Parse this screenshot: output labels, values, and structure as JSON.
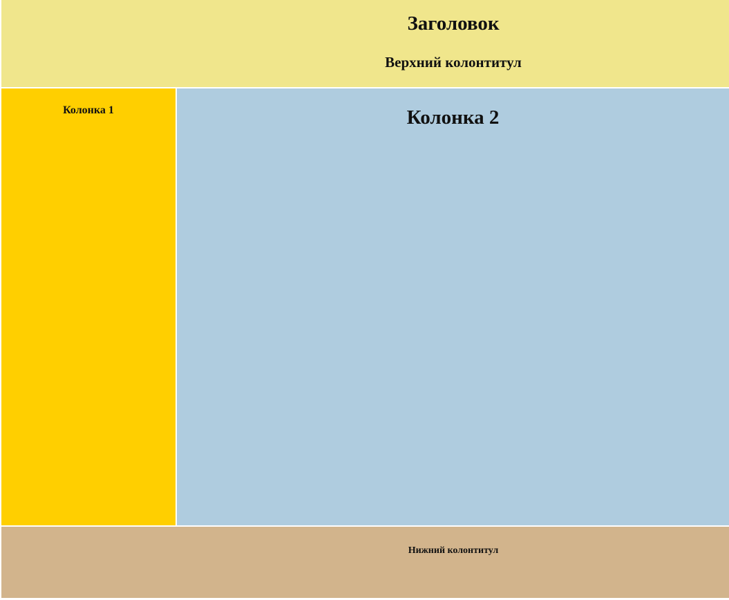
{
  "header": {
    "title": "Заголовок",
    "subtitle": "Верхний колонтитул"
  },
  "column1": {
    "label": "Колонка 1"
  },
  "column2": {
    "label": "Колонка 2"
  },
  "footer": {
    "label": "Нижний колонтитул"
  },
  "colors": {
    "header_bg": "#f0e68c",
    "column1_bg": "#ffcf00",
    "column2_bg": "#afccdf",
    "footer_bg": "#d2b48c"
  }
}
